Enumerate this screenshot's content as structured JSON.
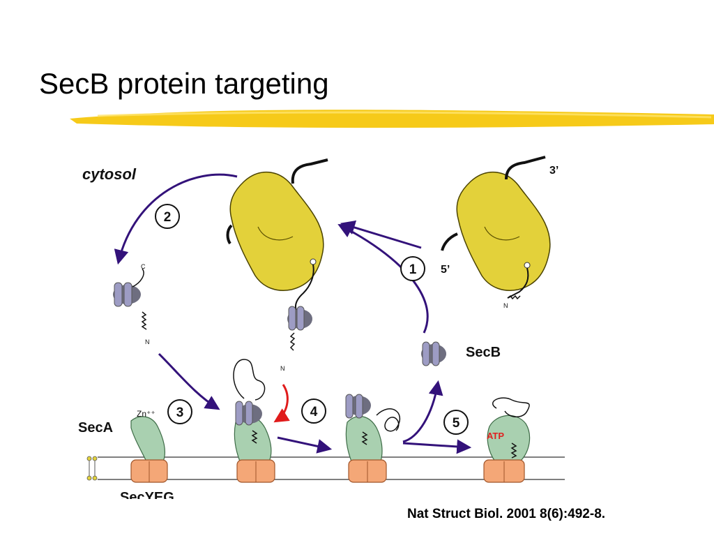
{
  "slide": {
    "title": "SecB protein targeting",
    "citation": "Nat Struct Biol. 2001 8(6):492-8."
  },
  "diagram": {
    "labels": {
      "cytosol": "cytosol",
      "three_prime": "3’",
      "five_prime": "5’",
      "secb": "SecB",
      "seca": "SecA",
      "secyeg": "SecYEG",
      "zinc": "Zn⁺⁺",
      "atp": "ATP",
      "c_terminus": "C",
      "n_terminus": "N"
    },
    "steps": [
      "1",
      "2",
      "3",
      "4",
      "5"
    ]
  },
  "colors": {
    "accent_highlight": "#f5c400",
    "ribosome": "#e3d13a",
    "arrow": "#33127a",
    "red_arrow": "#e01b1b",
    "secb": "#9d9cc4",
    "seca": "#a9d0b0",
    "secyeg": "#f4a777",
    "atp_text": "#e02020"
  }
}
